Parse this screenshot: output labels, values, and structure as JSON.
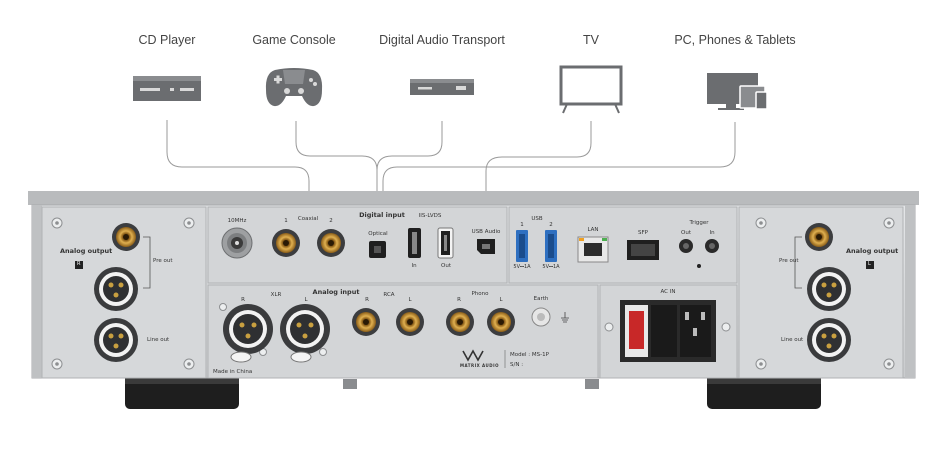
{
  "sources": {
    "cd_player": "CD Player",
    "game_console": "Game Console",
    "digital_audio_transport": "Digital Audio Transport",
    "tv": "TV",
    "pc_phones_tablets": "PC, Phones & Tablets"
  },
  "left_panel": {
    "title": "Analog output",
    "badge": "R",
    "pre_out": "Pre out",
    "line_out": "Line out"
  },
  "right_panel": {
    "title": "Analog output",
    "badge": "L",
    "pre_out": "Pre out",
    "line_out": "Line out"
  },
  "digital": {
    "title": "Digital input",
    "clock": "10MHz",
    "coaxial": "Coaxial",
    "coax_1": "1",
    "coax_2": "2",
    "optical": "Optical",
    "iis": "IIS-LVDS",
    "iis_in": "In",
    "iis_out": "Out",
    "usb_audio": "USB Audio"
  },
  "usb": {
    "title": "USB",
    "port_1": "1",
    "port_2": "2",
    "rating_1": "5V⎓1A",
    "rating_2": "5V⎓1A",
    "lan": "LAN",
    "sfp": "SFP",
    "trigger": "Trigger",
    "trigger_out": "Out",
    "trigger_in": "In"
  },
  "analog_input": {
    "title": "Analog input",
    "xlr": "XLR",
    "rca": "RCA",
    "phono": "Phono",
    "r": "R",
    "l": "L",
    "earth": "Earth",
    "made_in": "Made in China"
  },
  "power": {
    "ac_in": "AC IN"
  },
  "branding": {
    "logo_text": "MATRIX AUDIO",
    "model": "Model : MS-1P",
    "sn": "S/N :"
  },
  "colors": {
    "chassis": "#d7d9db",
    "panel": "#cfd1d3",
    "usb_blue": "#2e6fc0",
    "gold": "#b8862a",
    "foot": "#1e1e1e",
    "line": "#9a9a9a"
  }
}
